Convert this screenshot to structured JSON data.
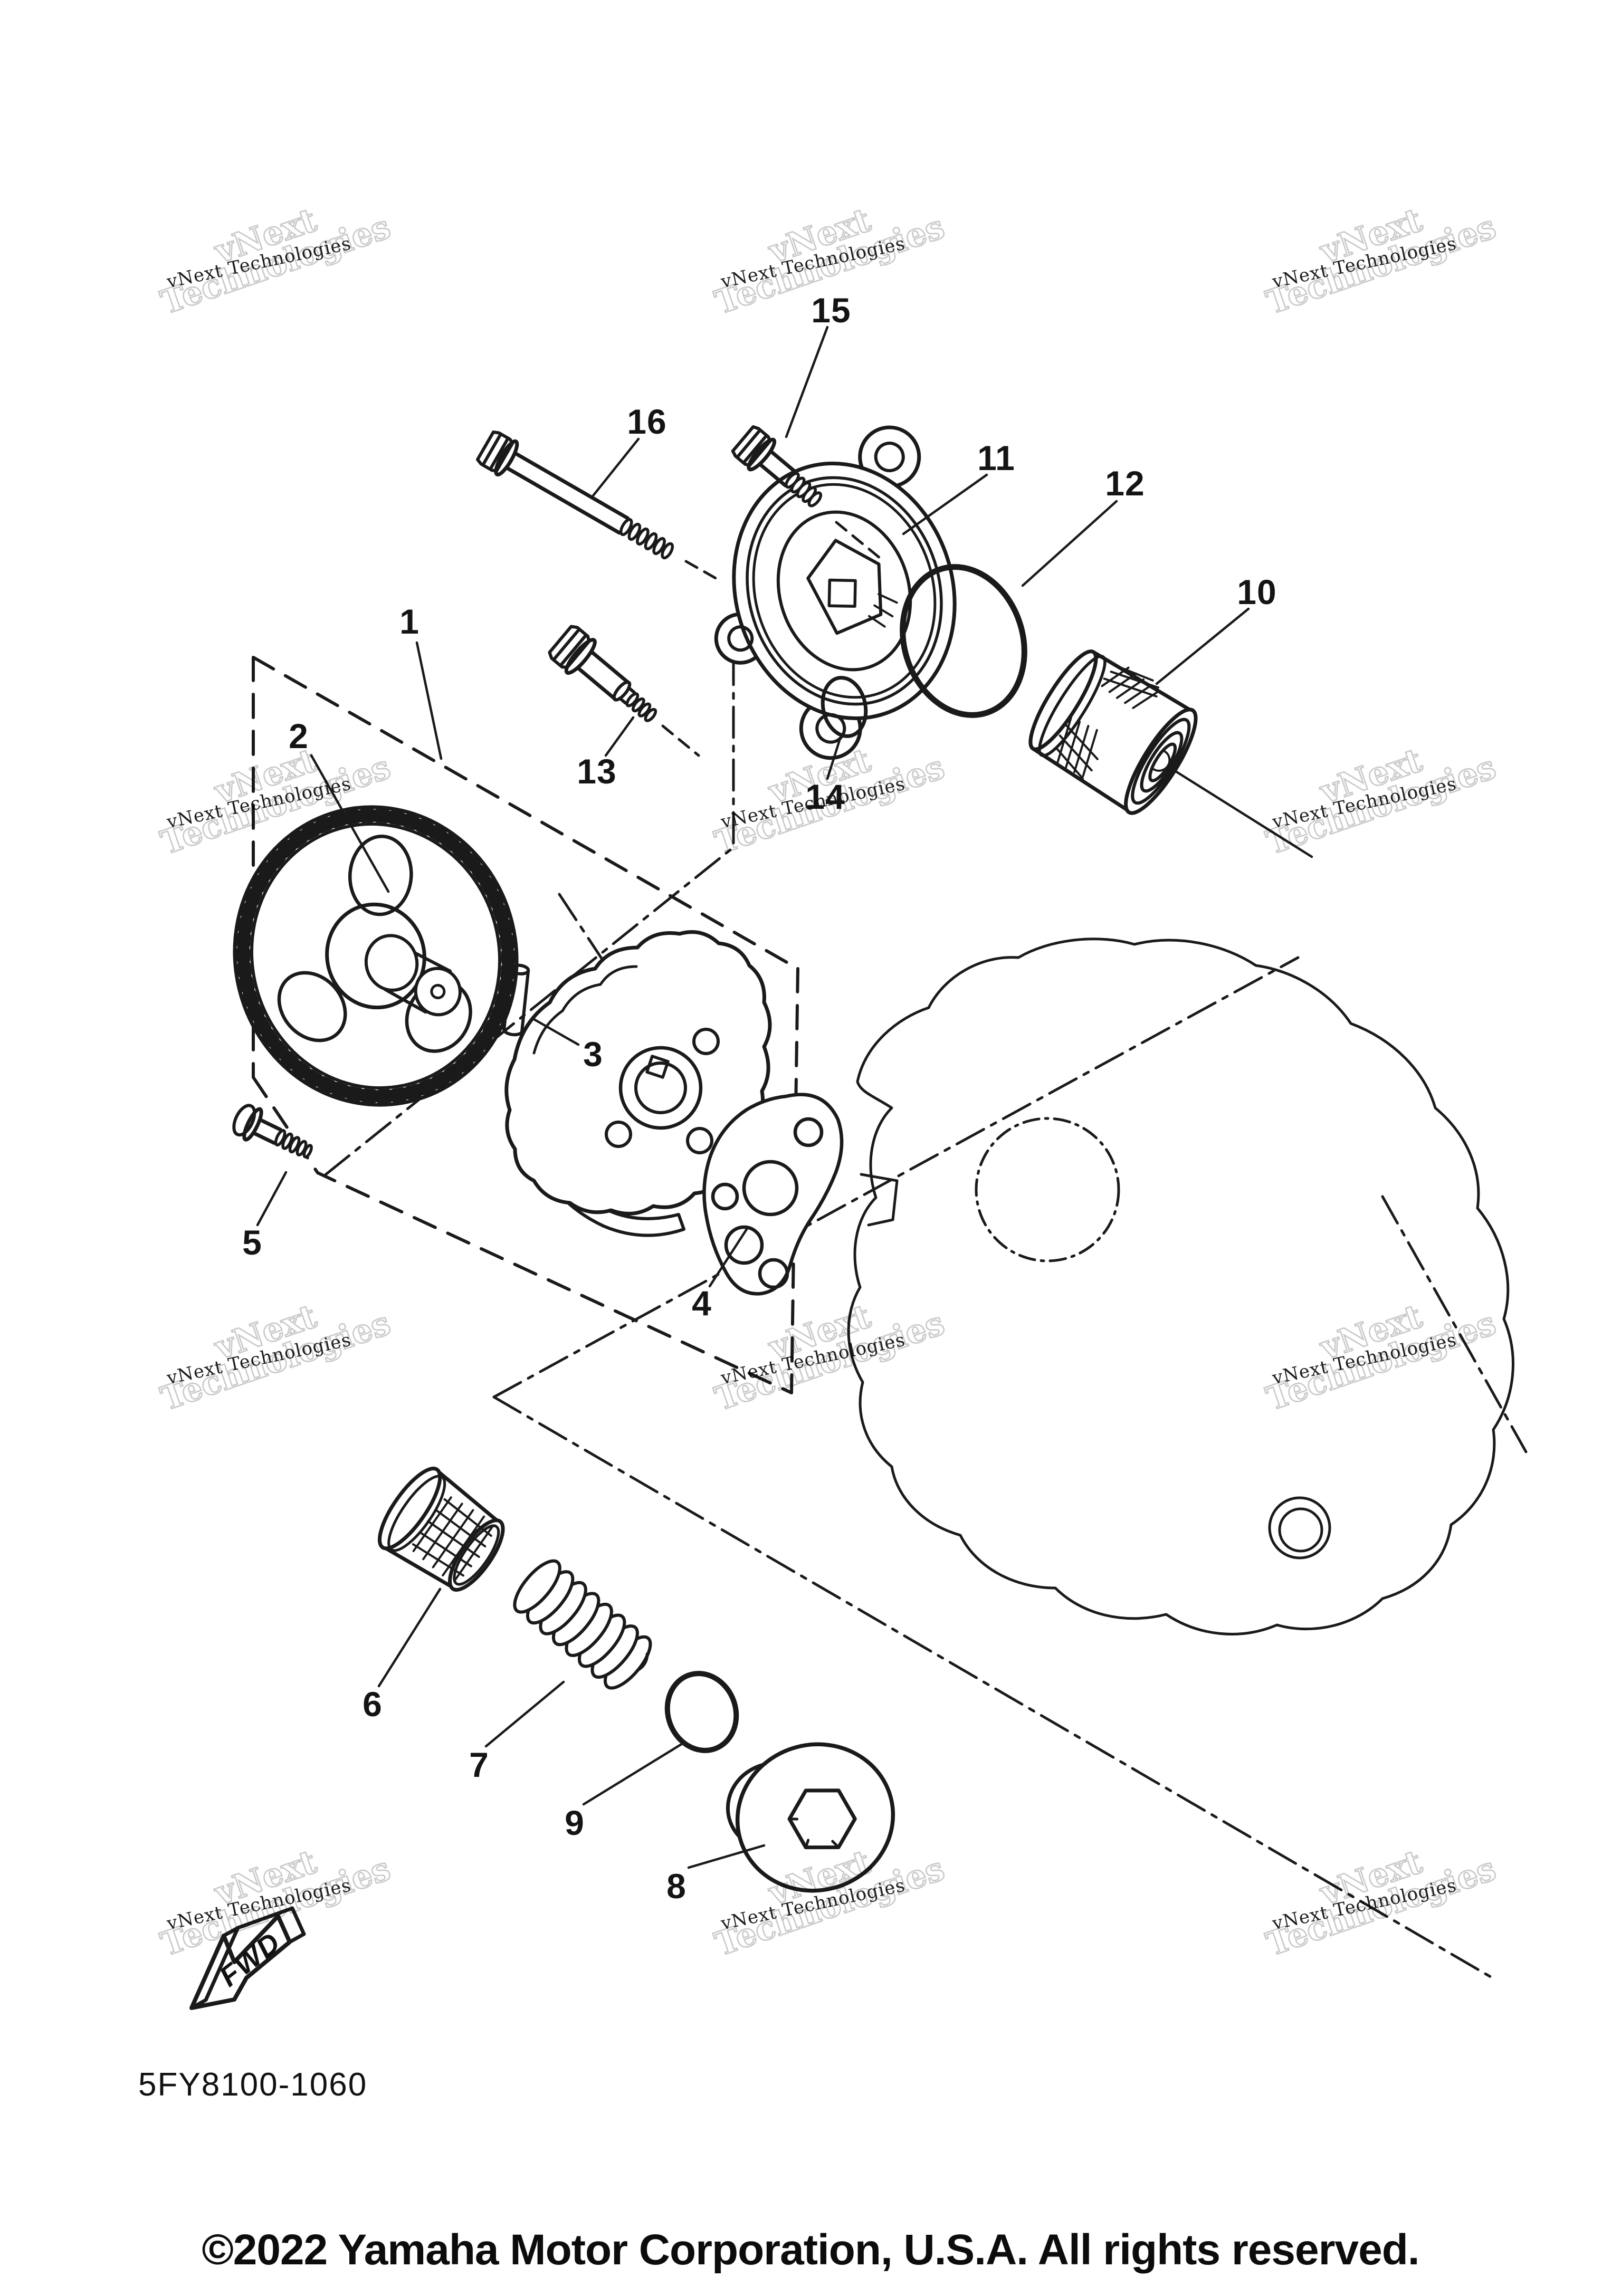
{
  "page": {
    "background": "#ffffff",
    "line_color": "#1a1a1a",
    "watermark_color": "#c9c9c9"
  },
  "diagram": {
    "part_code": "5FY8100-1060",
    "fwd_label": "FWD",
    "callouts": [
      {
        "label": "1"
      },
      {
        "label": "2"
      },
      {
        "label": "3"
      },
      {
        "label": "4"
      },
      {
        "label": "5"
      },
      {
        "label": "6"
      },
      {
        "label": "7"
      },
      {
        "label": "8"
      },
      {
        "label": "9"
      },
      {
        "label": "10"
      },
      {
        "label": "11"
      },
      {
        "label": "12"
      },
      {
        "label": "13"
      },
      {
        "label": "14"
      },
      {
        "label": "15"
      },
      {
        "label": "16"
      }
    ]
  },
  "watermark": {
    "solid_text": "vNext Technologies",
    "outline_line1": "vNext",
    "outline_line2": "Technologies"
  },
  "footer": {
    "copyright": "©2022 Yamaha Motor Corporation, U.S.A. All rights reserved."
  }
}
